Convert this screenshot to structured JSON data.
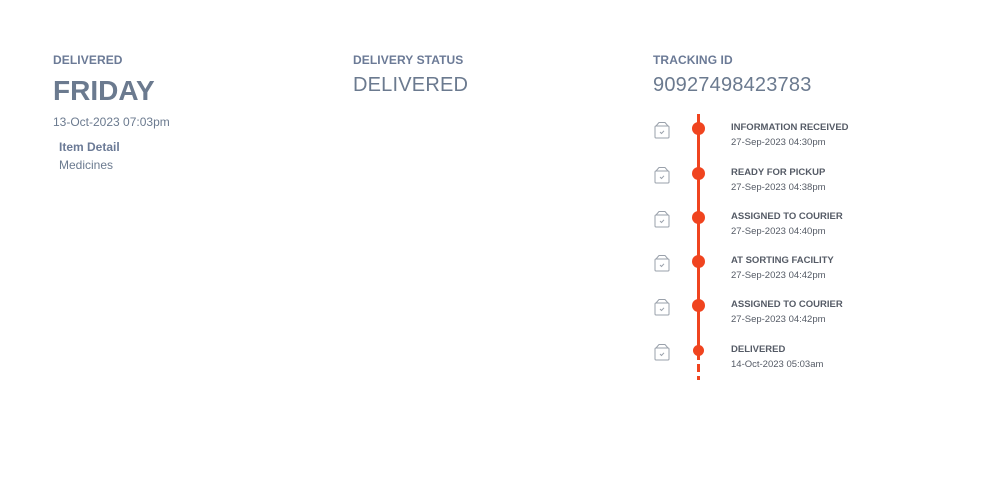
{
  "delivered": {
    "label": "DELIVERED",
    "day": "FRIDAY",
    "datetime": "13-Oct-2023 07:03pm",
    "item_detail": {
      "title": "Item Detail",
      "value": "Medicines"
    }
  },
  "status": {
    "label": "DELIVERY STATUS",
    "value": "DELIVERED"
  },
  "tracking": {
    "label": "TRACKING ID",
    "value": "90927498423783",
    "events": [
      {
        "title": "INFORMATION RECEIVED",
        "time": "27-Sep-2023 04:30pm",
        "icon": "package-check-icon"
      },
      {
        "title": "READY FOR PICKUP",
        "time": "27-Sep-2023 04:38pm",
        "icon": "package-check-icon"
      },
      {
        "title": "ASSIGNED TO COURIER",
        "time": "27-Sep-2023 04:40pm",
        "icon": "package-check-icon"
      },
      {
        "title": "AT SORTING FACILITY",
        "time": "27-Sep-2023 04:42pm",
        "icon": "package-check-icon"
      },
      {
        "title": "ASSIGNED TO COURIER",
        "time": "27-Sep-2023 04:42pm",
        "icon": "package-check-icon"
      },
      {
        "title": "DELIVERED",
        "time": "14-Oct-2023 05:03am",
        "icon": "package-check-icon"
      }
    ]
  },
  "colors": {
    "accent": "#f0441f",
    "text_muted": "#6b7a8f",
    "event_text": "#555b66"
  }
}
